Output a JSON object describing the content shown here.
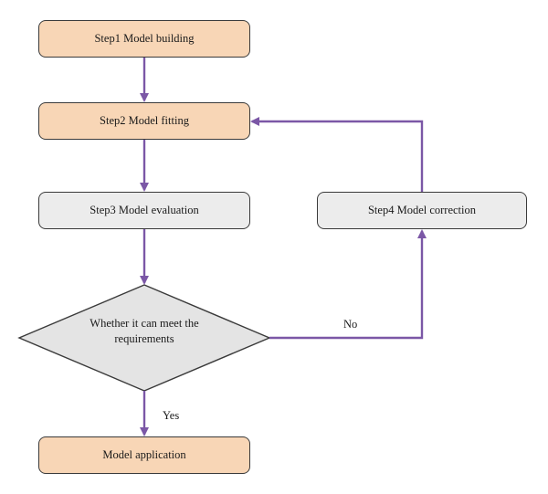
{
  "nodes": {
    "step1": "Step1 Model building",
    "step2": "Step2 Model fitting",
    "step3": "Step3 Model evaluation",
    "step4": "Step4 Model correction",
    "decision": "Whether it can meet the requirements",
    "application": "Model application"
  },
  "edges": {
    "no_label": "No",
    "yes_label": "Yes"
  },
  "colors": {
    "arrow": "#7b57a6",
    "process_fill": "#f8d6b6",
    "neutral_fill": "#ececec",
    "border": "#3a3a3a"
  }
}
